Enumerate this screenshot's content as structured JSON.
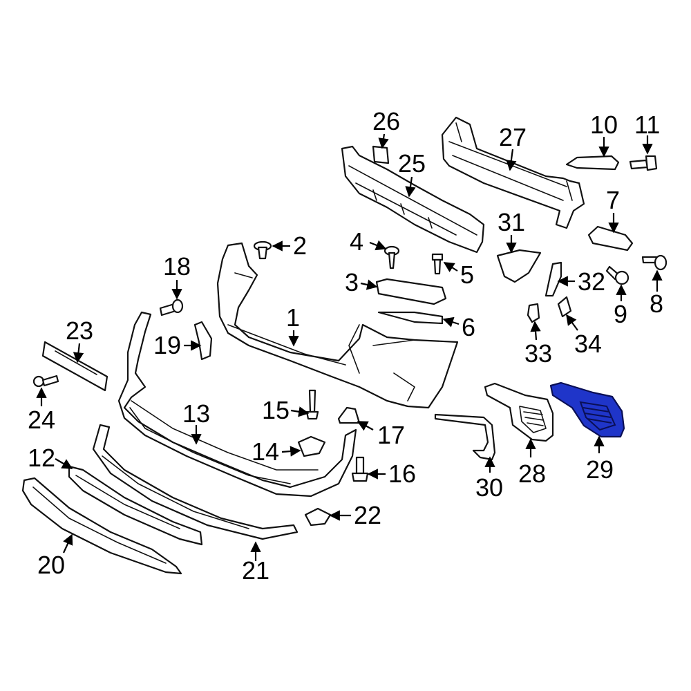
{
  "diagram": {
    "highlight_color": "#1f35c9",
    "highlighted_part": "29",
    "callouts": {
      "c1": "1",
      "c2": "2",
      "c3": "3",
      "c4": "4",
      "c5": "5",
      "c6": "6",
      "c7": "7",
      "c8": "8",
      "c9": "9",
      "c10": "10",
      "c11": "11",
      "c12": "12",
      "c13": "13",
      "c14": "14",
      "c15": "15",
      "c16": "16",
      "c17": "17",
      "c18": "18",
      "c19": "19",
      "c20": "20",
      "c21": "21",
      "c22": "22",
      "c23": "23",
      "c24": "24",
      "c25": "25",
      "c26": "26",
      "c27": "27",
      "c28": "28",
      "c29": "29",
      "c30": "30",
      "c31": "31",
      "c32": "32",
      "c33": "33",
      "c34": "34"
    }
  }
}
